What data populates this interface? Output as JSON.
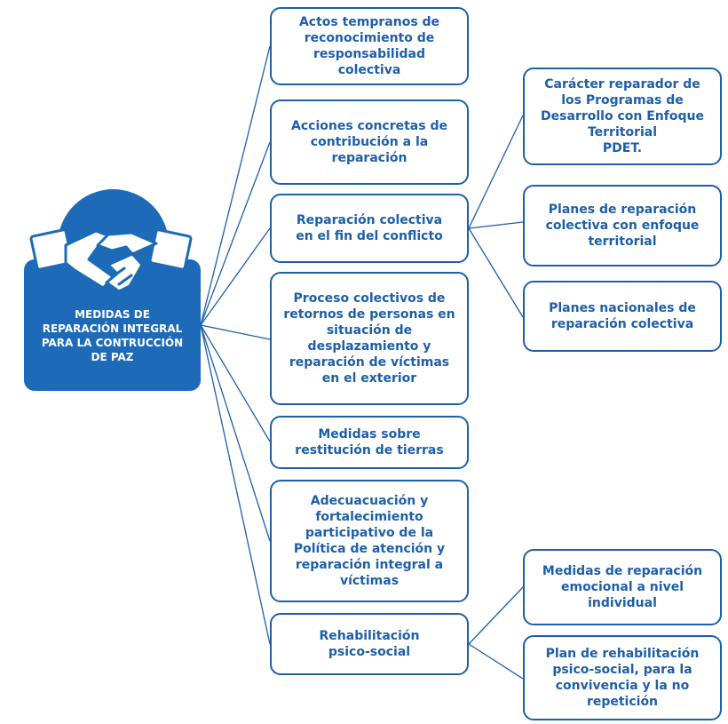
{
  "root": {
    "label": "MEDIDAS DE\nREPARACIÓN INTEGRAL\nPARA LA CONTRUCCIÓN\nDE PAZ",
    "icon": "handshake-icon",
    "color": "#1d6bb8"
  },
  "nodes": {
    "n1": "Actos tempranos de\nreconocimiento de\nresponsabilidad\ncolectiva",
    "n2": "Acciones concretas de\ncontribución a la\nreparación",
    "n3": "Reparación colectiva\nen el fin del conflicto",
    "n4": "Proceso colectivos de\nretornos de personas en\nsituación de\ndesplazamiento y\nreparación de víctimas\nen el exterior",
    "n5": "Medidas sobre\nrestitución de tierras",
    "n6": "Adecuacuación y\nfortalecimiento\nparticipativo de la\nPolítica de atención y\nreparación integral a\nvíctimas",
    "n7": "Rehabilitación\npsico-social",
    "s1": "Carácter reparador de\nlos Programas de\nDesarrollo con Enfoque\nTerritorial\nPDET.",
    "s2": "Planes de reparación\ncolectiva con enfoque\nterritorial",
    "s3": "Planes nacionales de\nreparación colectiva",
    "s4": "Medidas de reparación\nemocional a nivel\nindividual",
    "s5": "Plan de rehabilitación\npsico-social, para la\nconvivencia y la no\nrepetición"
  },
  "colors": {
    "accent": "#1d5fa8",
    "fill": "#1d6bb8"
  }
}
